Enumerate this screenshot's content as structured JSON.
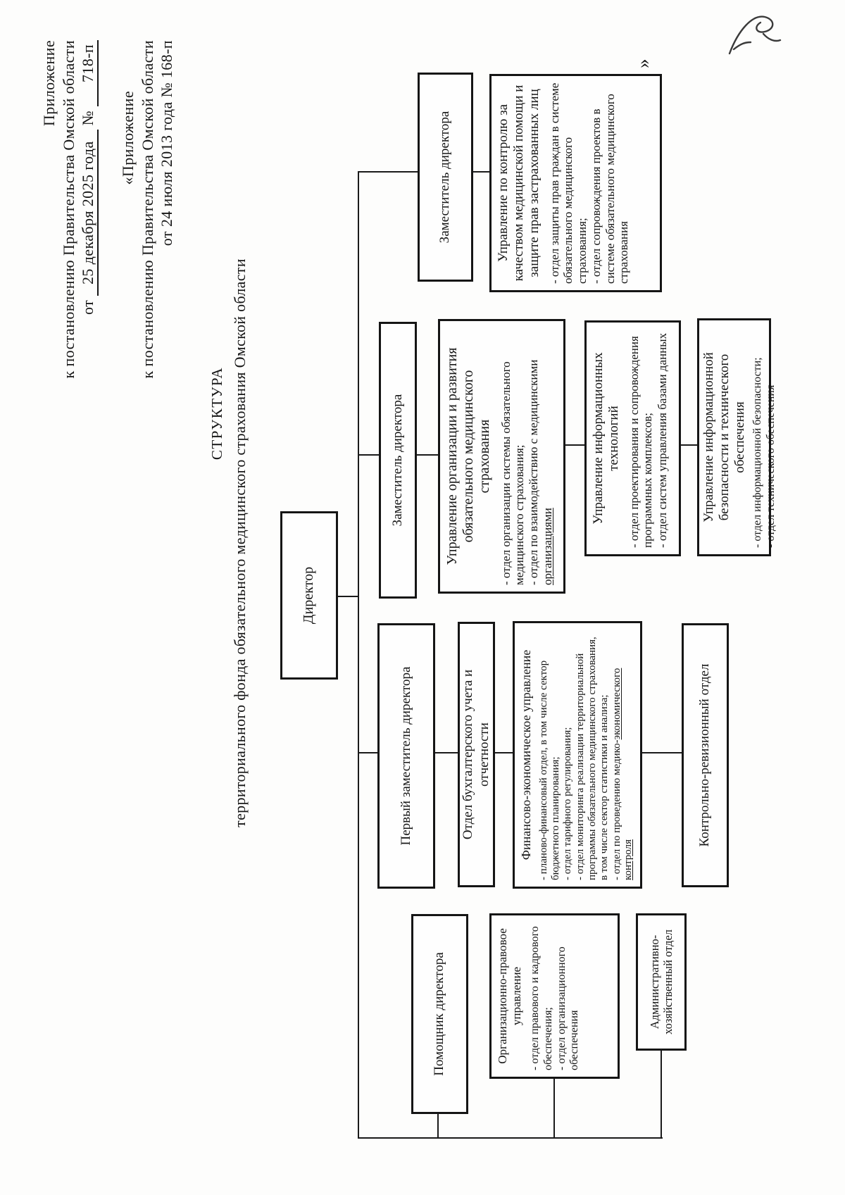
{
  "annex1": {
    "line1": "Приложение",
    "line2": "к постановлению Правительства Омской области",
    "from_label": "от",
    "date": "25 декабря 2025 года",
    "no_label": "№",
    "number": "718-п"
  },
  "annex2": {
    "line1": "«Приложение",
    "line2": "к постановлению Правительства Омской области",
    "line3": "от 24 июля 2013 года № 168-п"
  },
  "title": {
    "line1": "СТРУКТУРА",
    "line2": "территориального фонда обязательного медицинского страхования Омской области"
  },
  "closing_quote": "»",
  "org": {
    "director": "Директор",
    "deputy1": "Заместитель директора",
    "deputy2": "Заместитель директора",
    "first_deputy": "Первый заместитель директора",
    "assistant": "Помощник директора",
    "quality_control": {
      "title": "Управление по контролю за качеством медицинской помощи и защите прав застрахованных лиц",
      "items": [
        "- отдел защиты прав граждан в системе обязательного медицинского страхования;",
        "- отдел сопровождения проектов в системе обязательного медицинского страхования"
      ]
    },
    "oms_development": {
      "title": "Управление организации и развития обязательного медицинского страхования",
      "items": [
        "- отдел организации системы обязательного медицинского страхования;"
      ],
      "last_item_pre": "- отдел по взаимодействию с медицинскими ",
      "last_item_underlined": "организациями"
    },
    "it": {
      "title": "Управление информационных технологий",
      "items": [
        "- отдел проектирования и сопровождения программных комплексов;",
        "- отдел систем управления базами данных"
      ]
    },
    "infosec": {
      "title": "Управление информационной безопасности и технического обеспечения",
      "items": [
        "- отдел информационной безопасности;",
        "- отдел технического обеспечения"
      ]
    },
    "accounting": "Отдел бухгалтерского учета и отчетности",
    "finance": {
      "title": "Финансово-экономическое управление",
      "items": [
        "- планово-финансовый отдел, в том числе сектор бюджетного планирования;",
        "- отдел тарифного регулирования;",
        "- отдел мониторинга реализации территориальной программы обязательного медицинского страхования, в том числе сектор статистики и анализа;"
      ],
      "last_item_pre": "- отдел по проведению медико-",
      "last_item_underlined": "экономического контроля"
    },
    "audit": "Контрольно-ревизионный отдел",
    "legal": {
      "title": "Организационно-правовое управление",
      "items": [
        "- отдел правового и кадрового обеспечения;",
        "- отдел организационного обеспечения"
      ]
    },
    "admin": "Административно-хозяйственный отдел"
  }
}
